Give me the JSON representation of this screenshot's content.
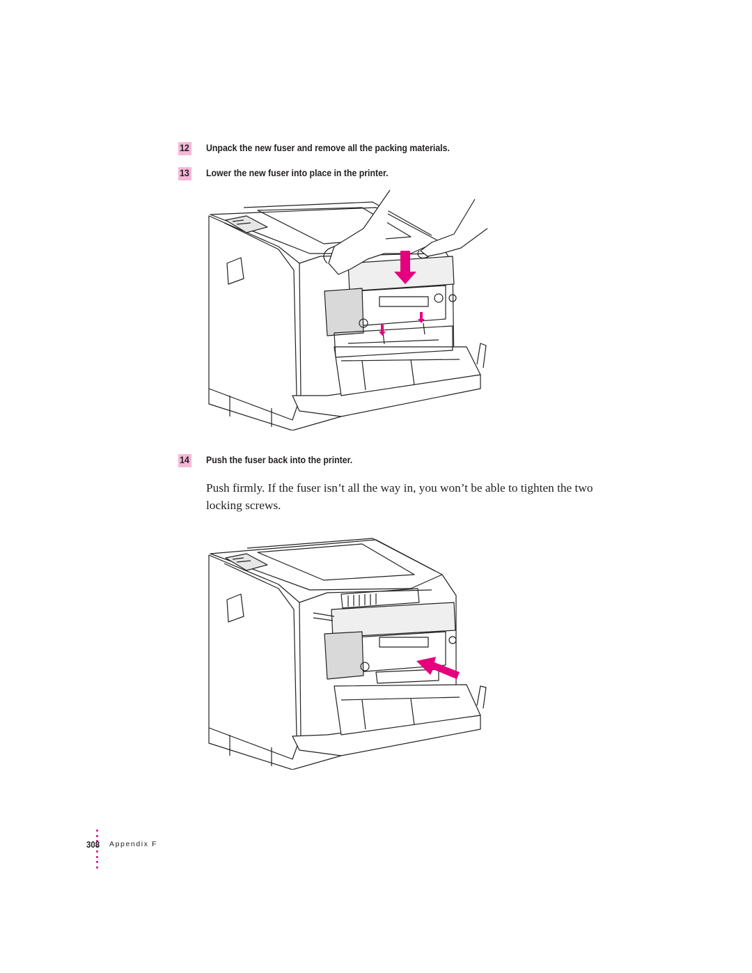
{
  "steps": [
    {
      "number": "12",
      "text": "Unpack the new fuser and remove all the packing materials."
    },
    {
      "number": "13",
      "text": "Lower the new fuser into place in the printer."
    },
    {
      "number": "14",
      "text": "Push the fuser back into the printer."
    }
  ],
  "body_text": "Push firmly. If the fuser isn’t all the way in, you won’t be able to tighten the two locking screws.",
  "footer": {
    "page_number": "308",
    "section": "Appendix F"
  },
  "colors": {
    "accent": "#e5007d",
    "step_highlight": "#f5b8d8"
  },
  "figures": [
    {
      "depicts": "hands lowering new fuser into printer",
      "arrow": "down"
    },
    {
      "depicts": "fuser pushed back into printer",
      "arrow": "left"
    }
  ]
}
